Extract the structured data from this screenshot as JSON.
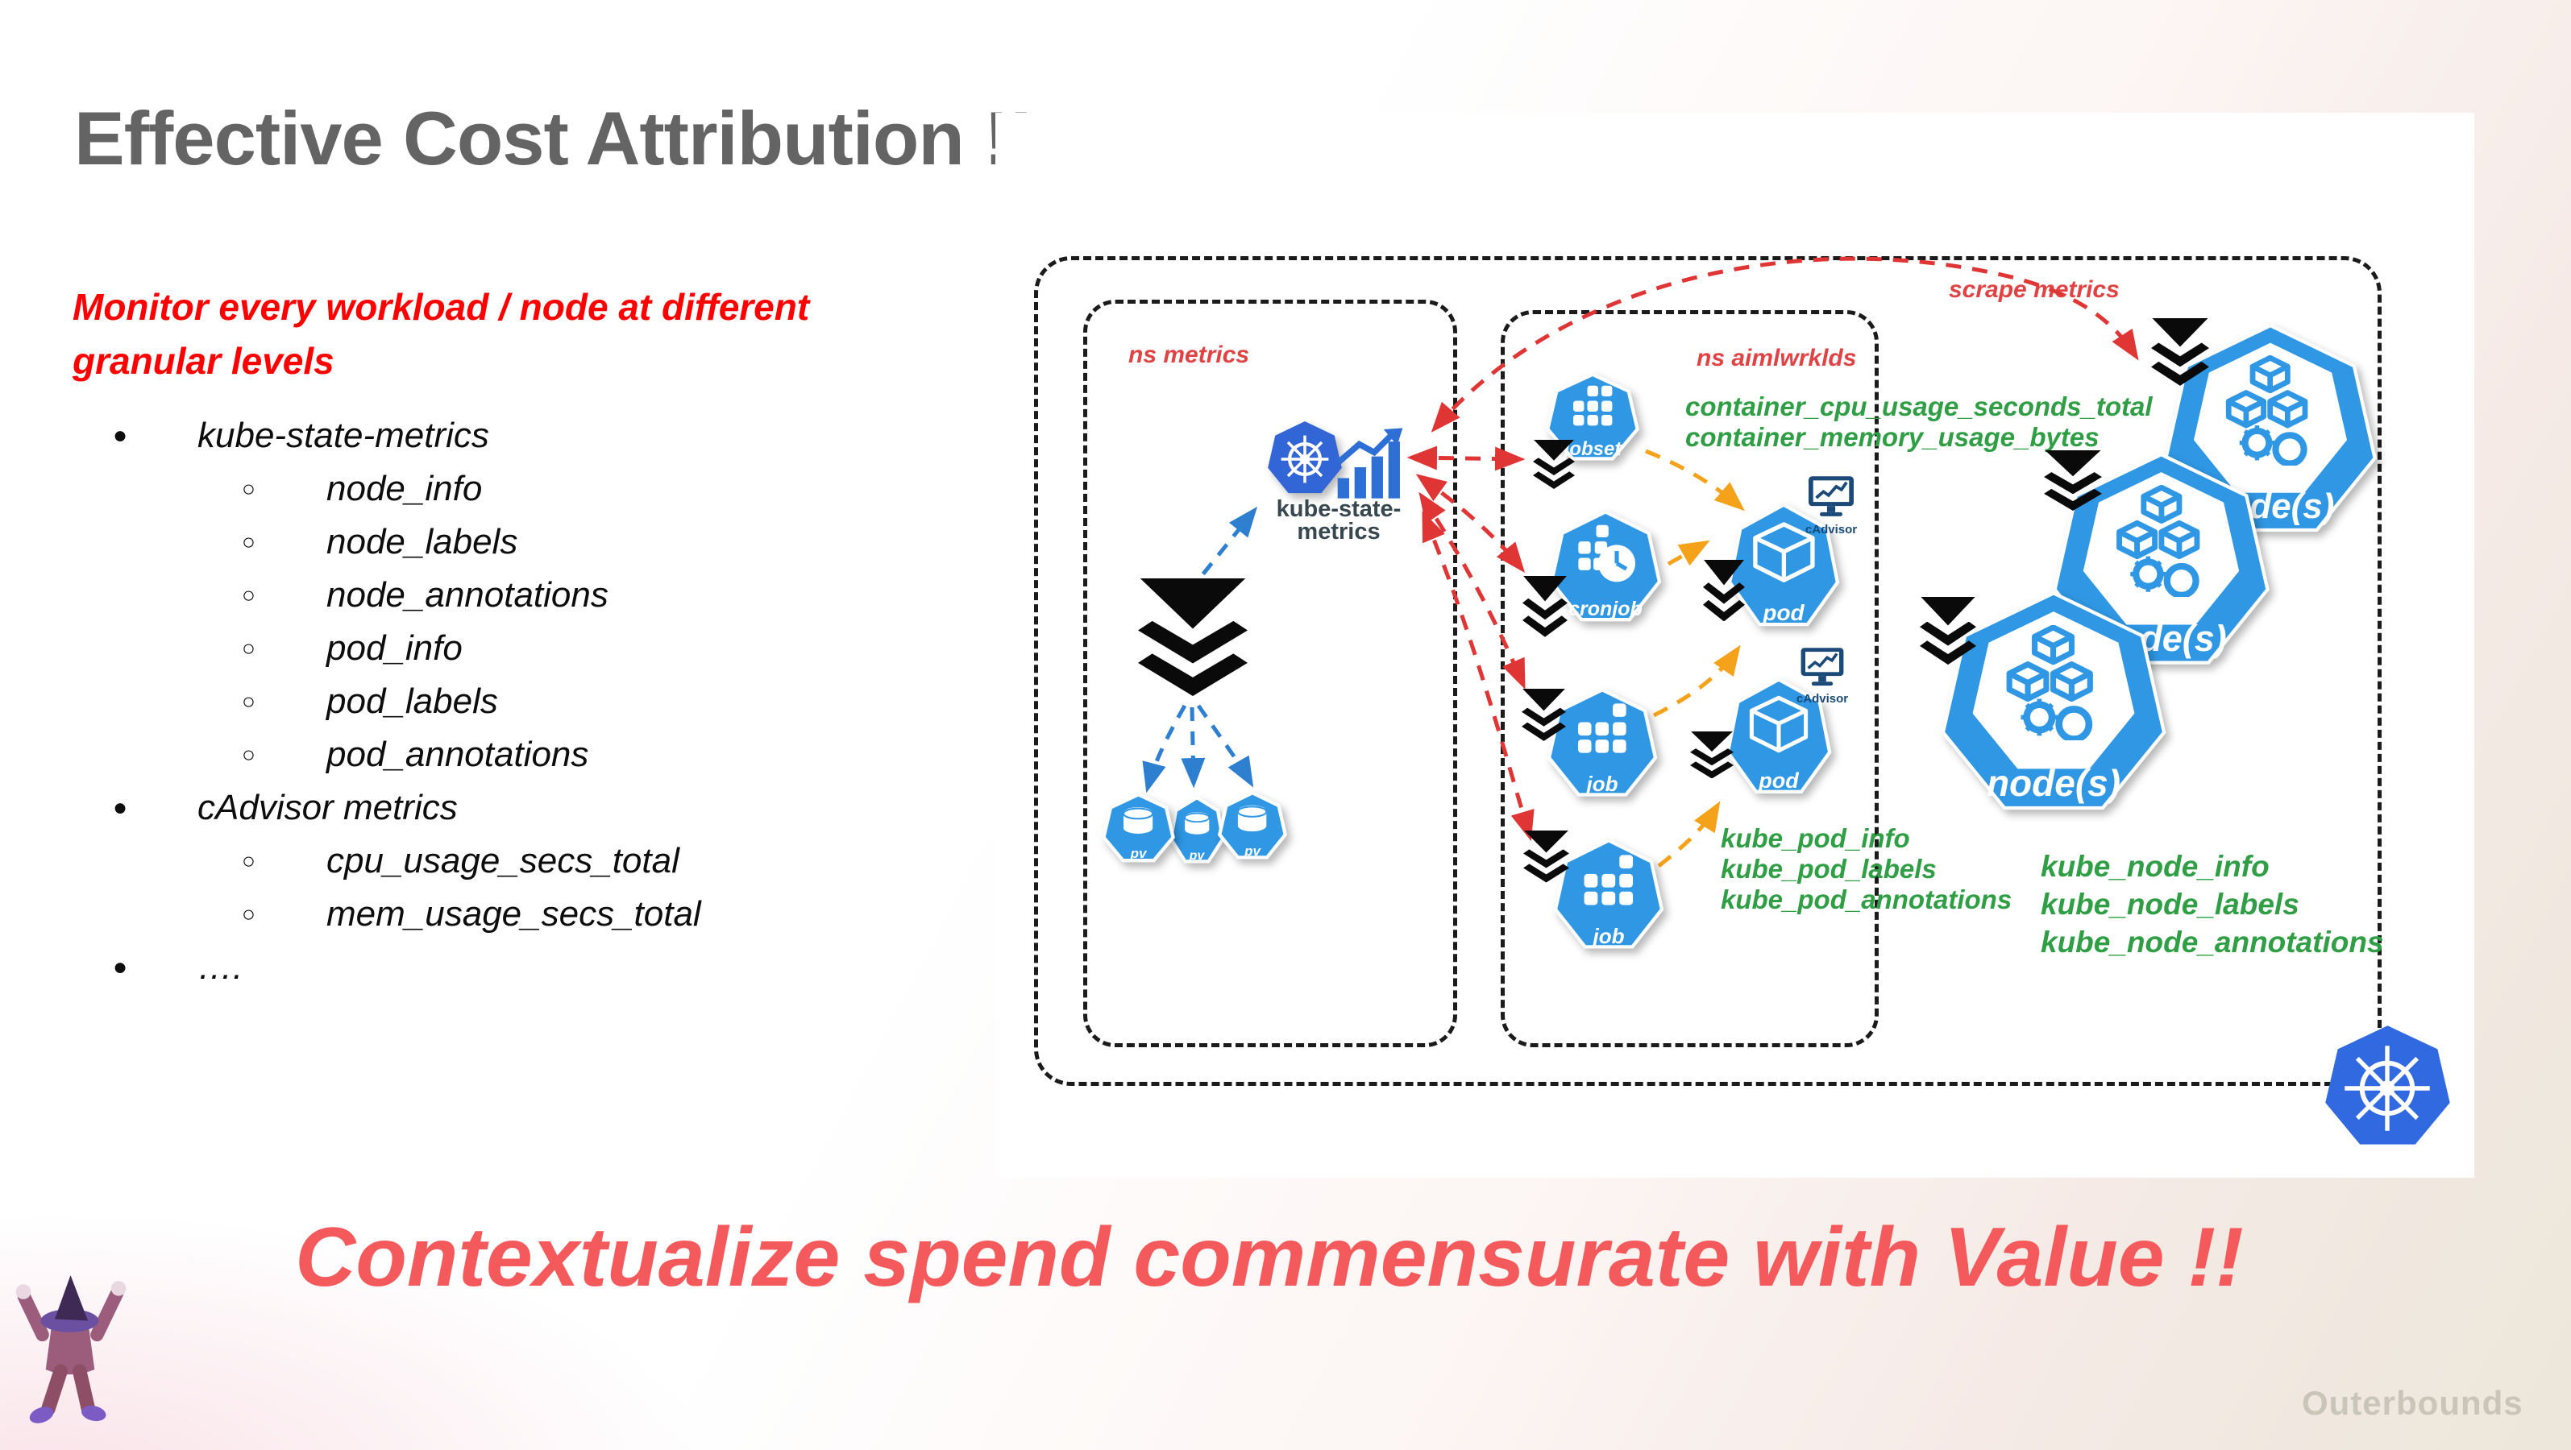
{
  "slide": {
    "title": "Effective Cost Attribution !!",
    "subtitle_line1": "Monitor every workload / node at different",
    "subtitle_line2": "granular levels",
    "headline": "Contextualize spend commensurate with Value !!",
    "watermark": "Outerbounds"
  },
  "list": {
    "bullet_l1": "●",
    "bullet_l2": "○",
    "items": [
      {
        "level": 1,
        "label": "kube-state-metrics"
      },
      {
        "level": 2,
        "label": "node_info"
      },
      {
        "level": 2,
        "label": "node_labels"
      },
      {
        "level": 2,
        "label": "node_annotations"
      },
      {
        "level": 2,
        "label": "pod_info"
      },
      {
        "level": 2,
        "label": "pod_labels"
      },
      {
        "level": 2,
        "label": "pod_annotations"
      },
      {
        "level": 1,
        "label": "cAdvisor metrics"
      },
      {
        "level": 2,
        "label": "cpu_usage_secs_total"
      },
      {
        "level": 2,
        "label": "mem_usage_secs_total"
      },
      {
        "level": 1,
        "label": "…."
      }
    ]
  },
  "diagram": {
    "ns_metrics_label": "ns metrics",
    "ns_aimlwrklds_label": "ns aimlwrklds",
    "scrape_label": "scrape metrics",
    "ksm": {
      "line1": "kube-state-",
      "line2": "metrics"
    },
    "workloads": {
      "jobset": "jobset",
      "cronjob": "cronjob",
      "job": "job",
      "pod": "pod",
      "pv": "pv",
      "node": "node(s)",
      "cadvisor": "cAdvisor"
    },
    "green_metrics": {
      "container": [
        "container_cpu_usage_seconds_total",
        "container_memory_usage_bytes"
      ],
      "pod": [
        "kube_pod_info",
        "kube_pod_labels",
        "kube_pod_annotations"
      ],
      "node": [
        "kube_node_info",
        "kube_node_labels",
        "kube_node_annotations"
      ]
    },
    "colors": {
      "workload_blue": "#2f97e3",
      "k8s_blue": "#3069de",
      "ksm_blue": "#3265d6",
      "metric_green": "#2f9e44",
      "label_red": "#e04343",
      "arrow_red": "#df3535",
      "arrow_orange": "#f5a21b",
      "arrow_blue": "#2e7fd0",
      "headline_red": "#f4595b",
      "subtitle_red": "#ff0000",
      "title_gray": "#646464"
    }
  }
}
